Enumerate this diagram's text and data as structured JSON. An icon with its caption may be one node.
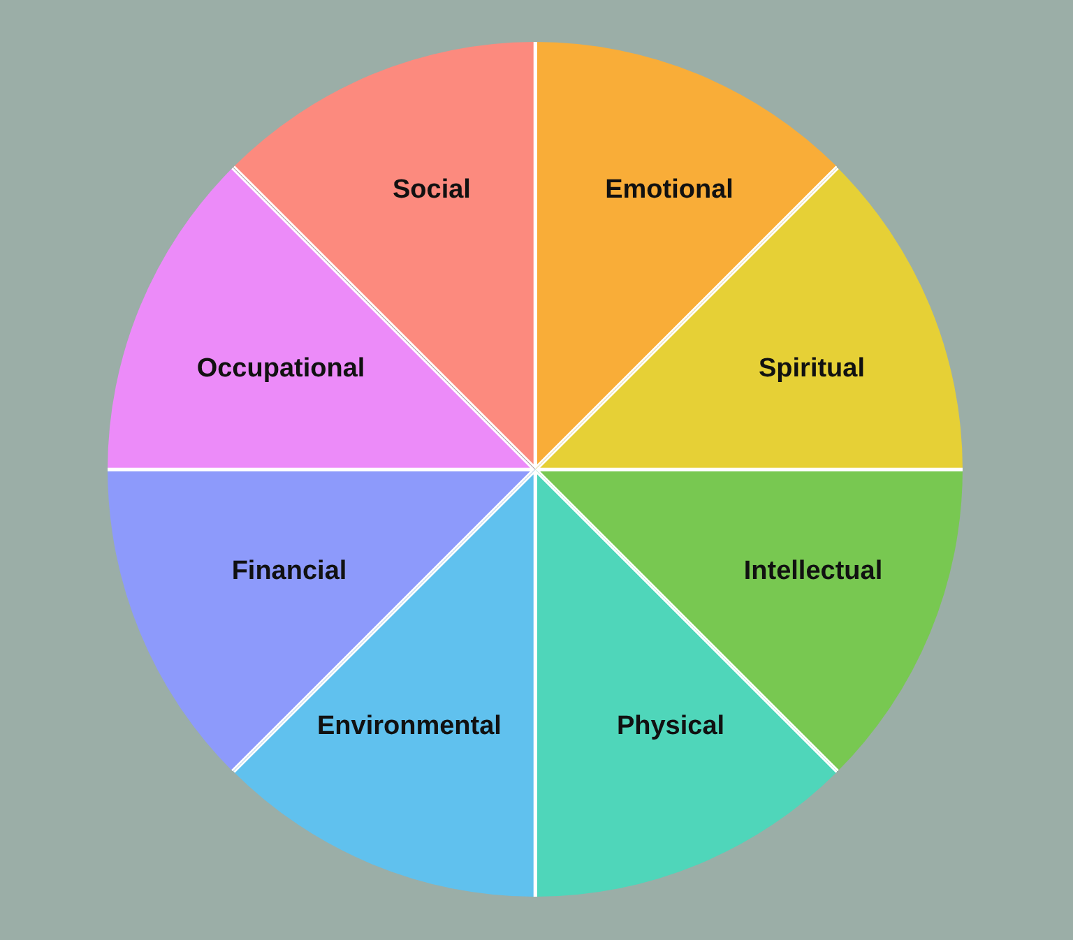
{
  "diagram": {
    "nodes": [
      {
        "text": [
          "Social"
        ]
      },
      {
        "text": [
          "Emotional"
        ]
      },
      {
        "text": [
          "Occupational"
        ]
      },
      {
        "text": [
          "Spiritual"
        ]
      },
      {
        "text": [
          "Financial"
        ]
      },
      {
        "text": [
          "Intellectual"
        ]
      },
      {
        "text": [
          "Environmental"
        ]
      },
      {
        "text": [
          "Physical"
        ]
      }
    ]
  }
}
